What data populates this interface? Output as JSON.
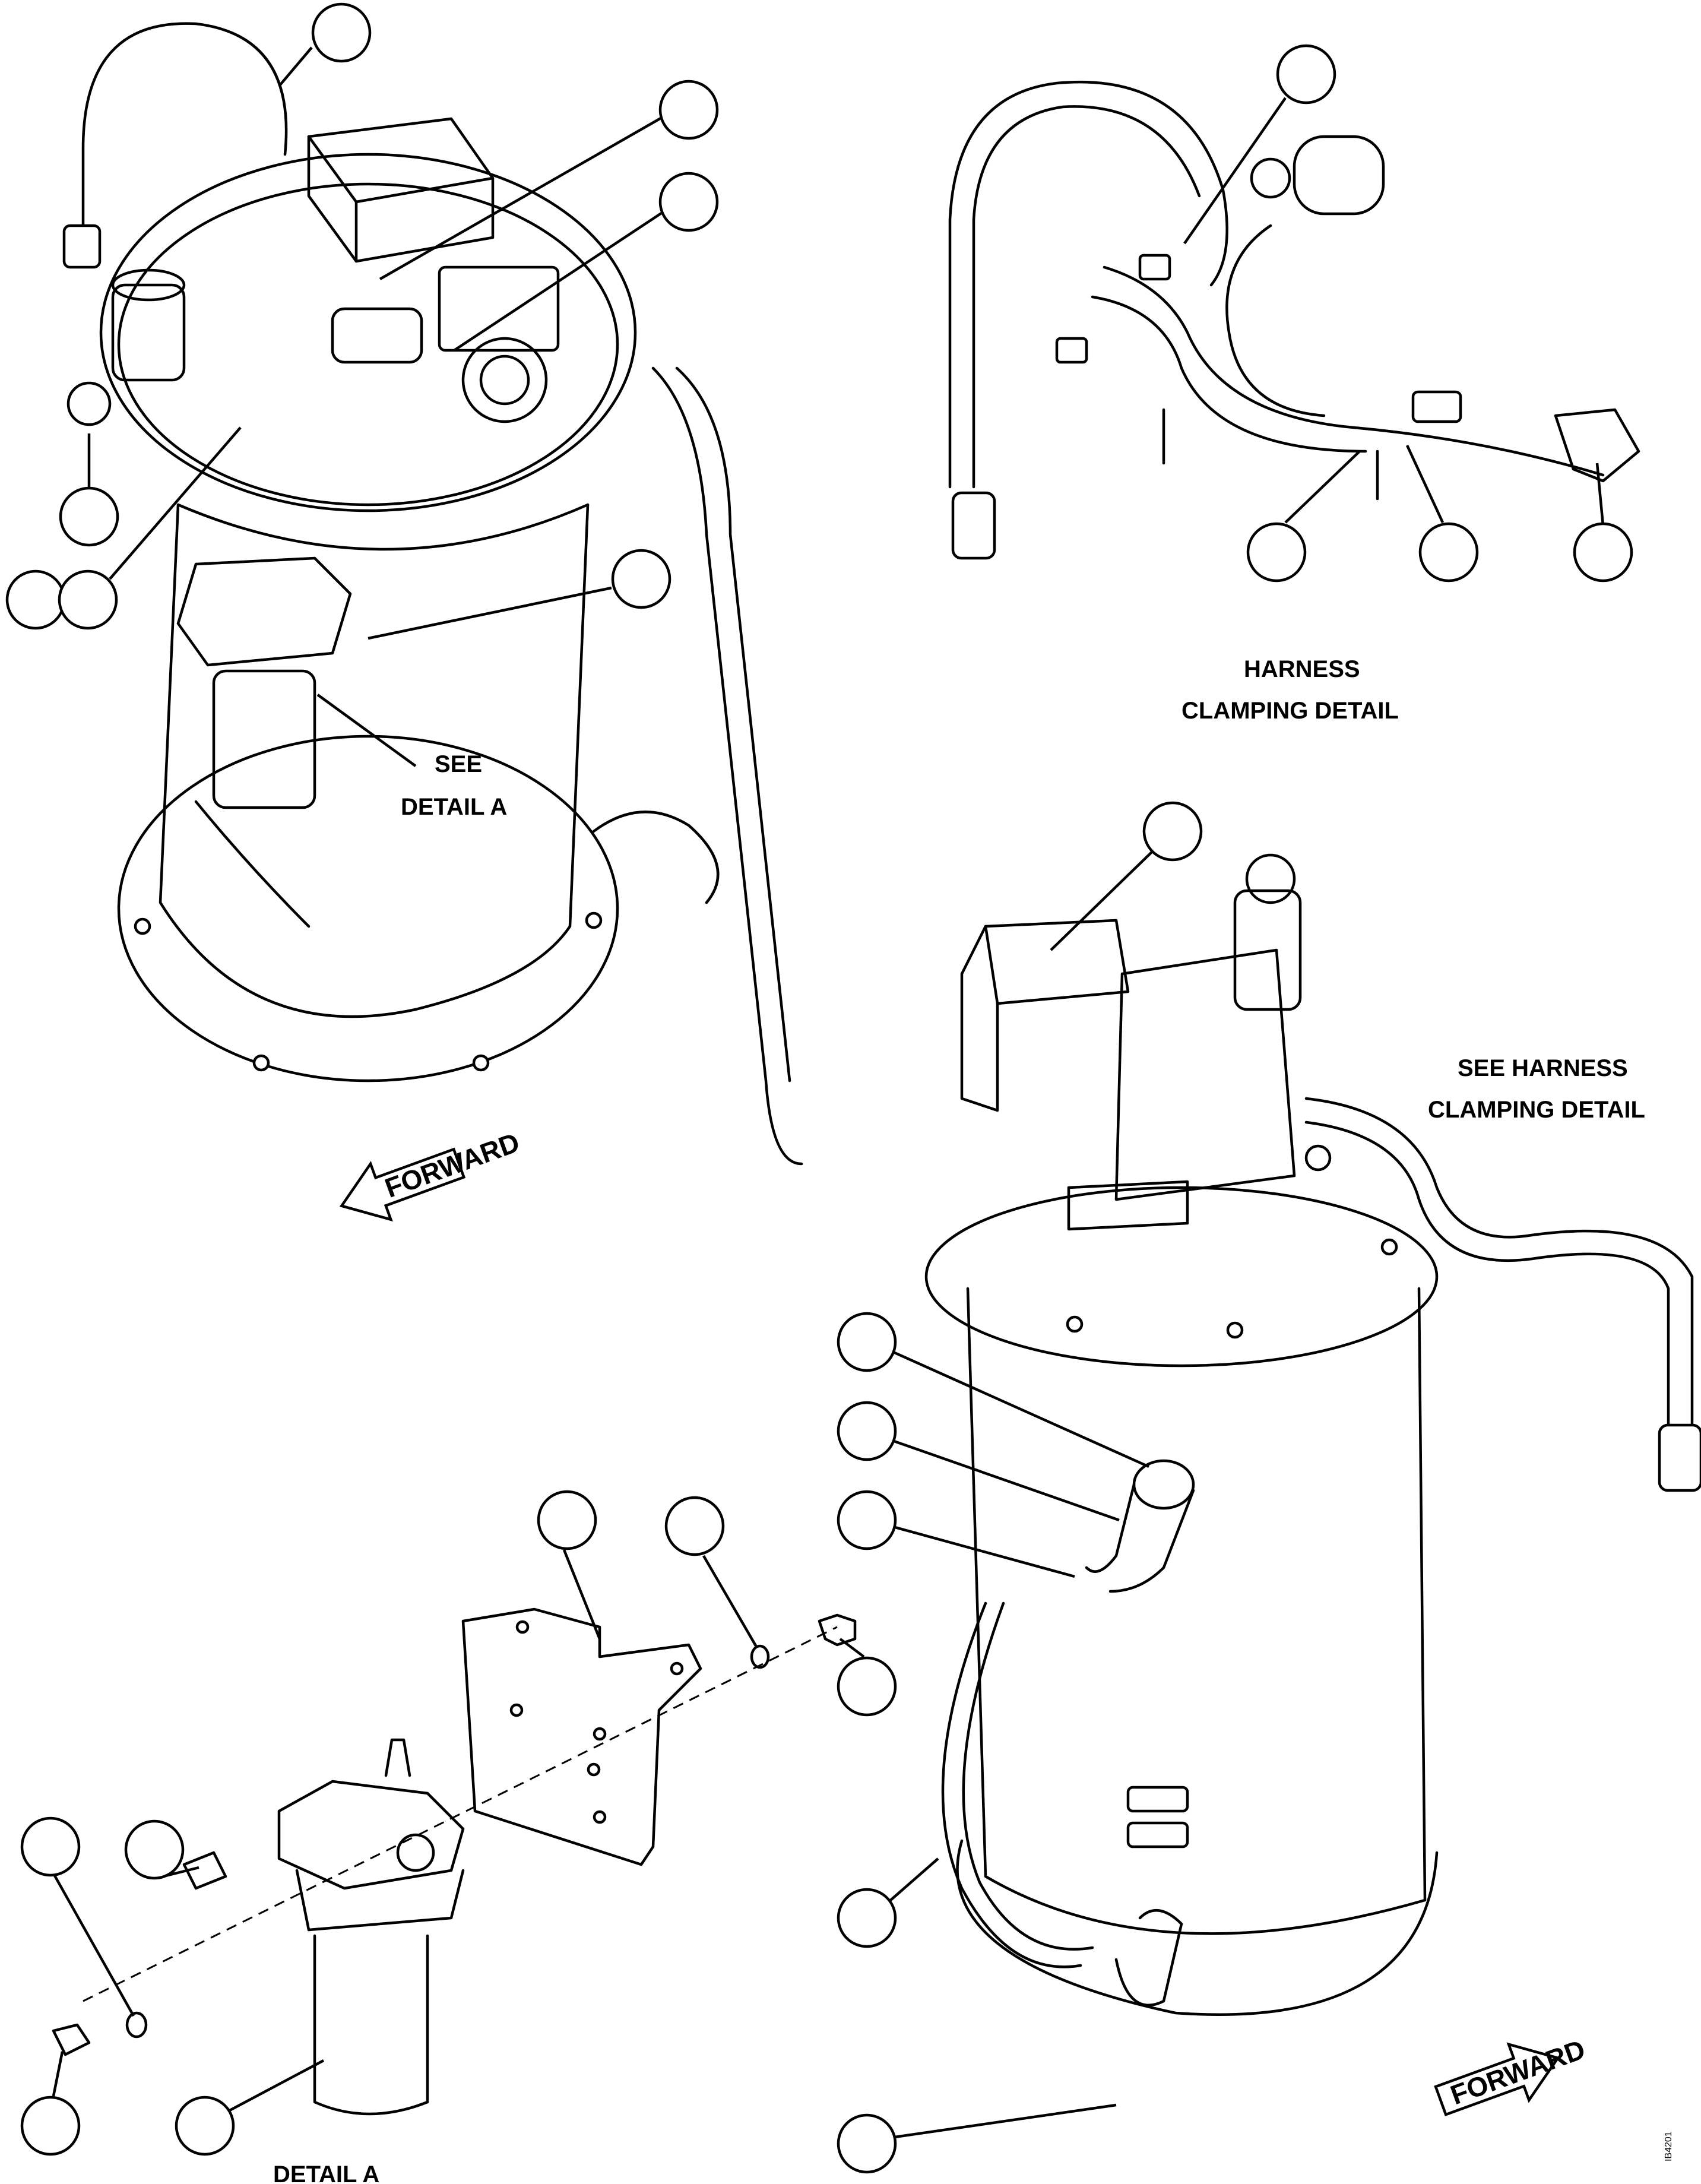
{
  "labels": {
    "see_detail_a_line1": "SEE",
    "see_detail_a_line2": "DETAIL A",
    "harness_title_line1": "HARNESS",
    "harness_title_line2": "CLAMPING DETAIL",
    "see_harness_line1": "SEE HARNESS",
    "see_harness_line2": "CLAMPING DETAIL",
    "detail_a_caption": "DETAIL A",
    "forward_left": "FORWARD",
    "forward_right": "FORWARD"
  },
  "figure_code": "IB4201"
}
